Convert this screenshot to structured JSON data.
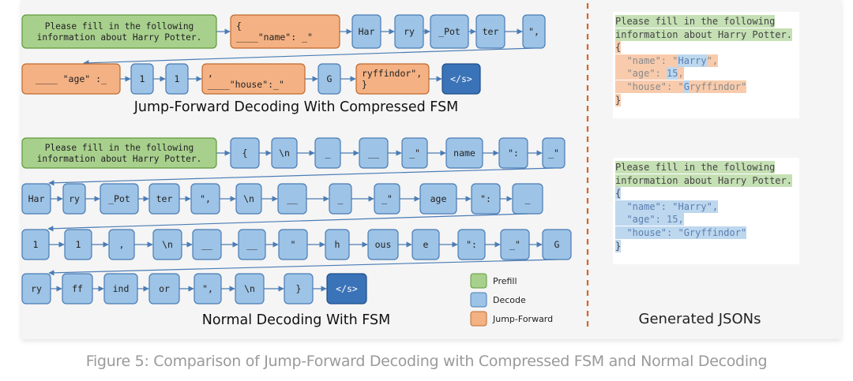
{
  "colors": {
    "prefill_fill": "#a8d08d",
    "prefill_stroke": "#5e9a3a",
    "decode_fill": "#9dc3e6",
    "decode_stroke": "#4a7cb5",
    "jump_fill": "#f4b183",
    "jump_stroke": "#c06a2e",
    "end_fill": "#3a73b8",
    "end_stroke": "#1f4e8a",
    "divider": "#d4662a",
    "arrow": "#4a7cb5",
    "json_prefill_bg": "#c5e0b4",
    "json_jump_bg": "#f8cbad",
    "json_decode_bg": "#bdd7ee"
  },
  "diagram": {
    "top": {
      "title": "Jump-Forward Decoding With Compressed FSM",
      "rows": [
        [
          {
            "type": "prefill",
            "lines": [
              "Please fill in the following",
              "information about Harry Potter."
            ]
          },
          {
            "type": "jump",
            "lines": [
              "{",
              "____\"name\": _\""
            ]
          },
          {
            "type": "decode",
            "lines": [
              "Har"
            ]
          },
          {
            "type": "decode",
            "lines": [
              "ry"
            ]
          },
          {
            "type": "decode",
            "lines": [
              "_Pot"
            ]
          },
          {
            "type": "decode",
            "lines": [
              "ter"
            ]
          },
          {
            "type": "decode",
            "lines": [
              "\","
            ]
          }
        ],
        [
          {
            "type": "jump",
            "lines": [
              "____ \"age\" :_"
            ]
          },
          {
            "type": "decode",
            "lines": [
              "1"
            ]
          },
          {
            "type": "decode",
            "lines": [
              "1"
            ]
          },
          {
            "type": "jump",
            "lines": [
              ",",
              "____\"house\":_\""
            ]
          },
          {
            "type": "decode",
            "lines": [
              "G"
            ]
          },
          {
            "type": "jump",
            "lines": [
              "ryffindor\",",
              "}"
            ]
          },
          {
            "type": "end",
            "lines": [
              "</s>"
            ]
          }
        ]
      ]
    },
    "bottom": {
      "title": "Normal Decoding With FSM",
      "rows": [
        [
          {
            "type": "prefill",
            "lines": [
              "Please fill in the following",
              "information about Harry Potter."
            ]
          },
          {
            "type": "decode",
            "lines": [
              "{"
            ]
          },
          {
            "type": "decode",
            "lines": [
              "\\n"
            ]
          },
          {
            "type": "decode",
            "lines": [
              "_"
            ]
          },
          {
            "type": "decode",
            "lines": [
              "__"
            ]
          },
          {
            "type": "decode",
            "lines": [
              "_\""
            ]
          },
          {
            "type": "decode",
            "lines": [
              "name"
            ]
          },
          {
            "type": "decode",
            "lines": [
              "\":"
            ]
          },
          {
            "type": "decode",
            "lines": [
              "_\""
            ]
          }
        ],
        [
          {
            "type": "decode",
            "lines": [
              "Har"
            ]
          },
          {
            "type": "decode",
            "lines": [
              "ry"
            ]
          },
          {
            "type": "decode",
            "lines": [
              "_Pot"
            ]
          },
          {
            "type": "decode",
            "lines": [
              "ter"
            ]
          },
          {
            "type": "decode",
            "lines": [
              "\","
            ]
          },
          {
            "type": "decode",
            "lines": [
              "\\n"
            ]
          },
          {
            "type": "decode",
            "lines": [
              "__"
            ]
          },
          {
            "type": "decode",
            "lines": [
              "_"
            ]
          },
          {
            "type": "decode",
            "lines": [
              "_\""
            ]
          },
          {
            "type": "decode",
            "lines": [
              "age"
            ]
          },
          {
            "type": "decode",
            "lines": [
              "\":"
            ]
          },
          {
            "type": "decode",
            "lines": [
              "_"
            ]
          }
        ],
        [
          {
            "type": "decode",
            "lines": [
              "1"
            ]
          },
          {
            "type": "decode",
            "lines": [
              "1"
            ]
          },
          {
            "type": "decode",
            "lines": [
              ","
            ]
          },
          {
            "type": "decode",
            "lines": [
              "\\n"
            ]
          },
          {
            "type": "decode",
            "lines": [
              "__"
            ]
          },
          {
            "type": "decode",
            "lines": [
              "__"
            ]
          },
          {
            "type": "decode",
            "lines": [
              "\""
            ]
          },
          {
            "type": "decode",
            "lines": [
              "h"
            ]
          },
          {
            "type": "decode",
            "lines": [
              "ous"
            ]
          },
          {
            "type": "decode",
            "lines": [
              "e"
            ]
          },
          {
            "type": "decode",
            "lines": [
              "\":"
            ]
          },
          {
            "type": "decode",
            "lines": [
              "_\""
            ]
          },
          {
            "type": "decode",
            "lines": [
              "G"
            ]
          }
        ],
        [
          {
            "type": "decode",
            "lines": [
              "ry"
            ]
          },
          {
            "type": "decode",
            "lines": [
              "ff"
            ]
          },
          {
            "type": "decode",
            "lines": [
              "ind"
            ]
          },
          {
            "type": "decode",
            "lines": [
              "or"
            ]
          },
          {
            "type": "decode",
            "lines": [
              "\","
            ]
          },
          {
            "type": "decode",
            "lines": [
              "\\n"
            ]
          },
          {
            "type": "decode",
            "lines": [
              "}"
            ]
          },
          {
            "type": "end",
            "lines": [
              "</s>"
            ]
          }
        ]
      ]
    },
    "legend": [
      {
        "type": "prefill",
        "label": "Prefill"
      },
      {
        "type": "decode",
        "label": "Decode"
      },
      {
        "type": "jump",
        "label": "Jump-Forward"
      }
    ]
  },
  "json_panel": {
    "title": "Generated JSONs",
    "top_json": [
      [
        {
          "t": "Please fill in the following",
          "bg": "prefill"
        }
      ],
      [
        {
          "t": "information about Harry Potter.",
          "bg": "prefill"
        }
      ],
      [
        {
          "t": "{",
          "bg": "jump"
        }
      ],
      [
        {
          "t": "  \"name\": \"",
          "bg": "jump",
          "c": "key"
        },
        {
          "t": "Harry",
          "bg": "decode",
          "c": "val"
        },
        {
          "t": "\",",
          "bg": "jump",
          "c": "key"
        }
      ],
      [
        {
          "t": "  \"age\": ",
          "bg": "jump",
          "c": "key"
        },
        {
          "t": "15",
          "bg": "decode",
          "c": "val"
        },
        {
          "t": ",",
          "bg": "jump",
          "c": "key"
        }
      ],
      [
        {
          "t": "  \"house\": \"",
          "bg": "jump",
          "c": "key"
        },
        {
          "t": "G",
          "bg": "decode",
          "c": "val"
        },
        {
          "t": "ryffindor\"",
          "bg": "jump",
          "c": "key"
        }
      ],
      [
        {
          "t": "}",
          "bg": "jump"
        }
      ]
    ],
    "bottom_json": [
      [
        {
          "t": "Please fill in the following",
          "bg": "prefill"
        }
      ],
      [
        {
          "t": "information about Harry Potter.",
          "bg": "prefill"
        }
      ],
      [
        {
          "t": "{",
          "bg": "decode"
        }
      ],
      [
        {
          "t": "  \"name\": \"Harry\",",
          "bg": "decode",
          "c": "val"
        }
      ],
      [
        {
          "t": "  \"age\": 15,",
          "bg": "decode",
          "c": "val"
        }
      ],
      [
        {
          "t": "  \"house\": \"Gryffindor\"",
          "bg": "decode",
          "c": "val"
        }
      ],
      [
        {
          "t": "}",
          "bg": "decode"
        }
      ]
    ]
  },
  "caption": "Figure 5: Comparison of Jump-Forward Decoding with Compressed FSM and Normal Decoding"
}
